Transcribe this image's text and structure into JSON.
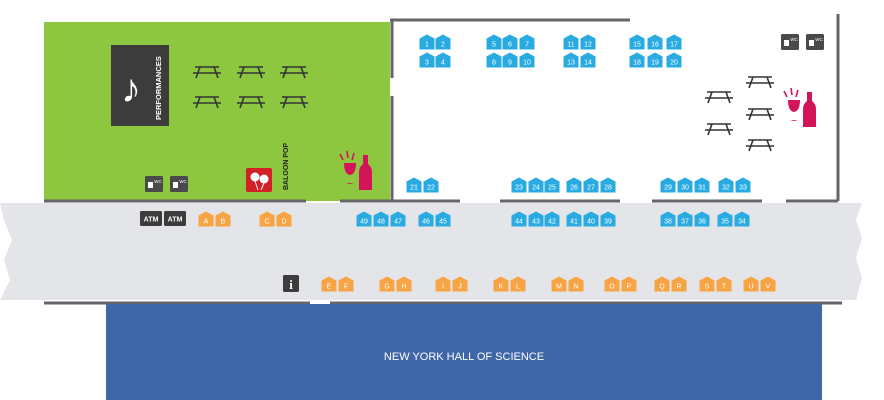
{
  "colors": {
    "lawn": "#8dc63f",
    "walkway": "#e3e5e8",
    "tent_blue": "#29abe2",
    "tent_orange": "#f7a444",
    "wine": "#d4145a",
    "hall": "#3f67a8",
    "dark": "#3c3c3c",
    "wall": "#666666"
  },
  "labels": {
    "performances": "PERFORMANCES",
    "balloon_pop": "BALOON POP",
    "hall": "NEW YORK HALL OF SCIENCE",
    "wc": "WC",
    "atm": "ATM",
    "info": "i",
    "music_note": "♪"
  },
  "icons": {
    "performances": "music-note-icon",
    "balloon": "balloon-icon",
    "wine": "wine-icon",
    "picnic": "picnic-table-icon",
    "restroom": "restroom-icon",
    "atm": "atm-icon",
    "info": "info-icon"
  },
  "vendor_booths": [
    "1",
    "2",
    "3",
    "4",
    "5",
    "6",
    "7",
    "8",
    "9",
    "10",
    "11",
    "12",
    "13",
    "14",
    "15",
    "16",
    "17",
    "18",
    "19",
    "20",
    "21",
    "22",
    "23",
    "24",
    "25",
    "26",
    "27",
    "28",
    "29",
    "30",
    "31",
    "32",
    "33",
    "34",
    "35",
    "36",
    "37",
    "38",
    "39",
    "40",
    "41",
    "42",
    "43",
    "44",
    "45",
    "46",
    "47",
    "48",
    "49"
  ],
  "food_booths": [
    "A",
    "B",
    "C",
    "D",
    "E",
    "F",
    "G",
    "H",
    "I",
    "J",
    "K",
    "L",
    "M",
    "N",
    "O",
    "P",
    "Q",
    "R",
    "S",
    "T",
    "U",
    "V"
  ]
}
